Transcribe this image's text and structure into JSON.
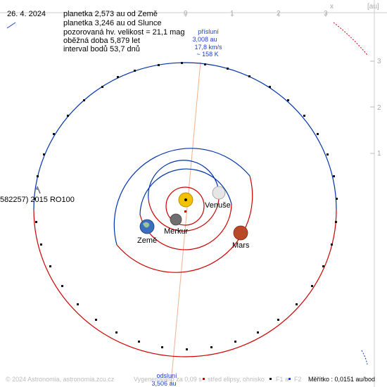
{
  "info": {
    "date": "26. 4. 2024",
    "lines": [
      "planetka 2,573 au od Země",
      "planetka 3,246 au od Slunce",
      "pozorovaná hv. velikost = 21,1 mag",
      "oběžná doba 5,879 let",
      "interval bodů 53,7 dnů"
    ]
  },
  "axes": {
    "x_label": "x",
    "unit_label": "[au]",
    "x_ticks": [
      "0",
      "1",
      "2",
      "3"
    ],
    "y_ticks": [
      "3",
      "2",
      "1"
    ]
  },
  "perihelion": {
    "title": "přísluní",
    "distance": "3,008 au",
    "speed": "17,8 km/s",
    "temp": "~ 158 K"
  },
  "aphelion": {
    "title": "odsluní",
    "distance": "3,506 au"
  },
  "asteroid": {
    "name": "582257) 2015 RO100"
  },
  "planets": {
    "venus": "Venuše",
    "earth": "Země",
    "mercury": "Merkur",
    "mars": "Mars"
  },
  "footer": {
    "copyright": "© 2024 Astronomia, astronomia.zcu.cz",
    "generated": "Vygenerováno za 0,09 s",
    "legend_center": "střed elipsy, ohnisko",
    "legend_f": "F1 a",
    "legend_f2": "F2",
    "scale": "Měřítko : 0,0151 au/bod"
  },
  "colors": {
    "orbit_near": "#cc0000",
    "orbit_far": "#0033aa",
    "axis": "#aaaaaa",
    "apsides_line": "#f0b090",
    "label_blue": "#1a3fd0",
    "sun": "#f2c200"
  }
}
